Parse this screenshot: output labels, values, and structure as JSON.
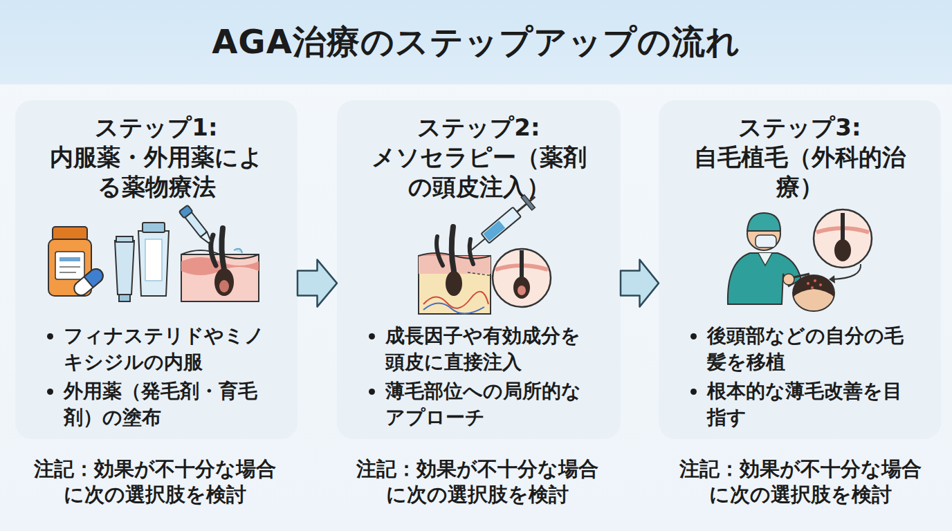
{
  "diagram": {
    "title": "AGA治療のステップアップの流れ",
    "nodes": [
      {
        "text": [
          "ステップ1:",
          "内服薬・外用薬による薬物療法",
          "フィナステリドやミノキシジルの内服",
          "外用薬（発毛剤・育毛剤）の塗布"
        ]
      },
      {
        "text": [
          "ステップ2:",
          "メソセラピー（薬剤の頭皮注入）",
          "成長因子や有効成分を頭皮に直接注入",
          "薄毛部位への局所的なアプローチ"
        ]
      },
      {
        "text": [
          "ステップ3:",
          "自毛植毛（外科的治療）",
          "後頭部などの自分の毛髪を移植",
          "根本的な薄毛改善を目指す"
        ]
      }
    ],
    "edges": [
      {
        "from": 0,
        "to": 1,
        "arrow": "to"
      },
      {
        "from": 1,
        "to": 2,
        "arrow": "to"
      }
    ],
    "labels": [
      "注記：効果が不十分な場合に次の選択肢を検討",
      "注記：効果が不十分な場合に次の選択肢を検討",
      "注記：効果が不十分な場合に次の選択肢を検討"
    ]
  }
}
